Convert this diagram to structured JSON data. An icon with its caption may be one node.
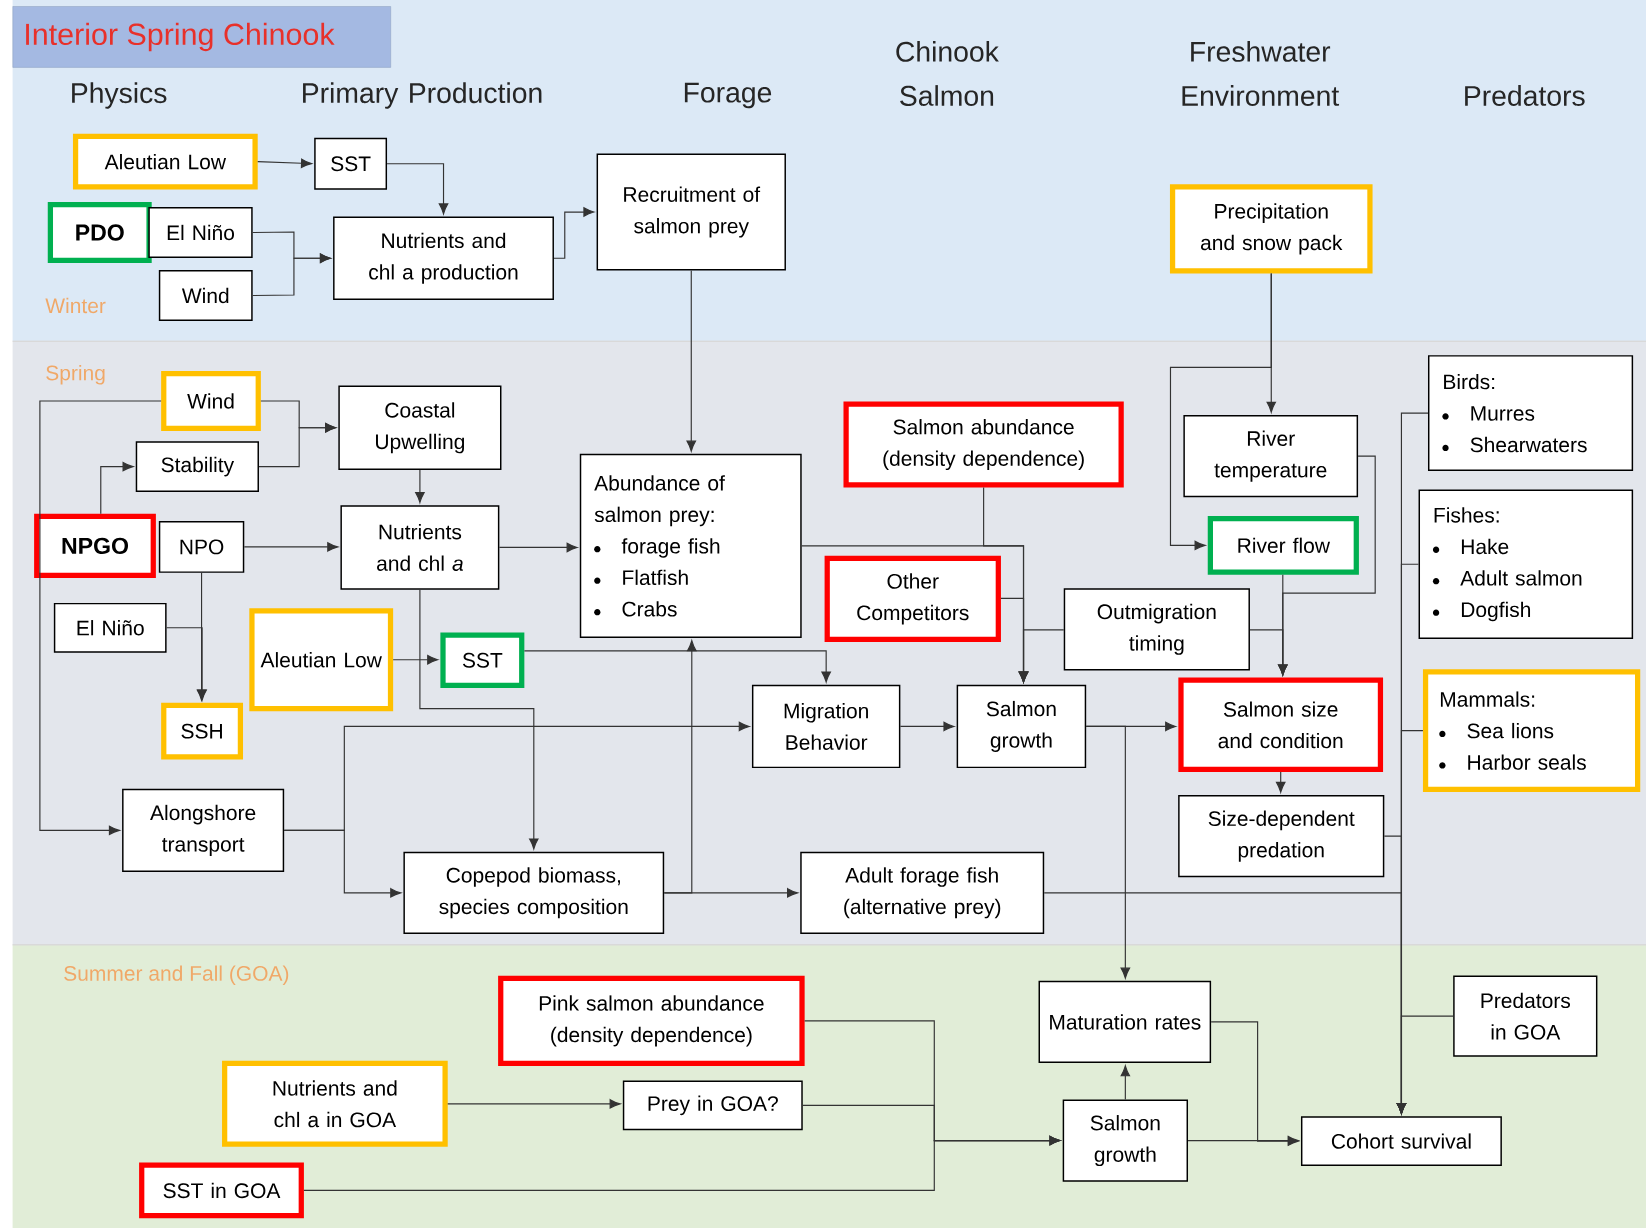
{
  "diagram": {
    "title": "Interior Spring Chinook",
    "nodes": [
      {
        "text": [
          "Aleutian Low"
        ]
      },
      {
        "text": [
          "SST"
        ]
      },
      {
        "text": [
          "PDO"
        ]
      },
      {
        "text": [
          "El Niño"
        ]
      },
      {
        "text": [
          "Wind"
        ]
      },
      {
        "text": [
          "Nutrients and chl a production"
        ]
      },
      {
        "text": [
          "Recruitment of salmon prey"
        ]
      },
      {
        "text": [
          "Precipitation and snow pack"
        ]
      },
      {
        "text": [
          "Wind"
        ]
      },
      {
        "text": [
          "Stability"
        ]
      },
      {
        "text": [
          "Coastal Upwelling"
        ]
      },
      {
        "text": [
          "NPGO"
        ]
      },
      {
        "text": [
          "NPO"
        ]
      },
      {
        "text": [
          "Nutrients and chl *a*"
        ]
      },
      {
        "text": [
          "El Niño"
        ]
      },
      {
        "text": [
          "Aleutian Low"
        ]
      },
      {
        "text": [
          "SST"
        ]
      },
      {
        "text": [
          "SSH"
        ]
      },
      {
        "text": [
          "Alongshore transport"
        ]
      },
      {
        "text": [
          "Abundance of salmon prey:",
          "forage fish",
          "Flatfish",
          "Crabs"
        ]
      },
      {
        "text": [
          "Salmon abundance (density dependence)"
        ]
      },
      {
        "text": [
          "Other Competitors"
        ]
      },
      {
        "text": [
          "Migration Behavior"
        ]
      },
      {
        "text": [
          "Salmon growth"
        ]
      },
      {
        "text": [
          "Copepod biomass, species composition"
        ]
      },
      {
        "text": [
          "Adult forage fish (alternative prey)"
        ]
      },
      {
        "text": [
          "River temperature"
        ]
      },
      {
        "text": [
          "River flow"
        ]
      },
      {
        "text": [
          "Outmigration timing"
        ]
      },
      {
        "text": [
          "Salmon size and condition"
        ]
      },
      {
        "text": [
          "Size-dependent predation"
        ]
      },
      {
        "text": [
          "Birds:",
          "Murres",
          "Shearwaters"
        ]
      },
      {
        "text": [
          "Fishes:",
          "Hake",
          "Adult salmon",
          "Dogfish"
        ]
      },
      {
        "text": [
          "Mammals:",
          "Sea lions",
          "Harbor seals"
        ]
      },
      {
        "text": [
          "Pink salmon abundance (density dependence)"
        ]
      },
      {
        "text": [
          "Nutrients and chl a in GOA"
        ]
      },
      {
        "text": [
          "Prey in GOA?"
        ]
      },
      {
        "text": [
          "SST in GOA"
        ]
      },
      {
        "text": [
          "Maturation rates"
        ]
      },
      {
        "text": [
          "Salmon growth"
        ]
      },
      {
        "text": [
          "Cohort survival"
        ]
      },
      {
        "text": [
          "Predators in GOA"
        ]
      }
    ],
    "edges": [
      {
        "from": 0,
        "to": 1,
        "arrow": "to"
      },
      {
        "from": 1,
        "to": 5,
        "arrow": "to"
      },
      {
        "from": 3,
        "to": 5,
        "arrow": "to"
      },
      {
        "from": 4,
        "to": 5,
        "arrow": "to"
      },
      {
        "from": 5,
        "to": 6,
        "arrow": "to"
      },
      {
        "from": 6,
        "to": 19,
        "arrow": "to"
      },
      {
        "from": 7,
        "to": 26,
        "arrow": "to"
      },
      {
        "from": 7,
        "to": 27,
        "arrow": "to"
      },
      {
        "from": 8,
        "to": 10,
        "arrow": "to"
      },
      {
        "from": 9,
        "to": 10,
        "arrow": "to"
      },
      {
        "from": 8,
        "to": 18,
        "arrow": "to"
      },
      {
        "from": 11,
        "to": 9,
        "arrow": "to"
      },
      {
        "from": 12,
        "to": 13,
        "arrow": "to"
      },
      {
        "from": 12,
        "to": 17,
        "arrow": "to"
      },
      {
        "from": 14,
        "to": 17,
        "arrow": "to"
      },
      {
        "from": 10,
        "to": 13,
        "arrow": "to"
      },
      {
        "from": 13,
        "to": 19,
        "arrow": "to"
      },
      {
        "from": 13,
        "to": 24,
        "arrow": "to"
      },
      {
        "from": 15,
        "to": 16,
        "arrow": "to"
      },
      {
        "from": 16,
        "to": 22,
        "arrow": "to"
      },
      {
        "from": 18,
        "to": 22,
        "arrow": "to"
      },
      {
        "from": 18,
        "to": 24,
        "arrow": "to"
      },
      {
        "from": 24,
        "to": 19,
        "arrow": "to"
      },
      {
        "from": 24,
        "to": 25,
        "arrow": "to"
      },
      {
        "from": 22,
        "to": 23,
        "arrow": "to"
      },
      {
        "from": 19,
        "to": 23,
        "arrow": "to"
      },
      {
        "from": 20,
        "to": 23,
        "arrow": "to"
      },
      {
        "from": 21,
        "to": 23,
        "arrow": "to"
      },
      {
        "from": 28,
        "to": 23,
        "arrow": "to"
      },
      {
        "from": 23,
        "to": 29,
        "arrow": "to"
      },
      {
        "from": 23,
        "to": 38,
        "arrow": "to"
      },
      {
        "from": 26,
        "to": 29,
        "arrow": "to"
      },
      {
        "from": 27,
        "to": 29,
        "arrow": "to"
      },
      {
        "from": 28,
        "to": 29,
        "arrow": "to"
      },
      {
        "from": 29,
        "to": 30,
        "arrow": "to"
      },
      {
        "from": 30,
        "to": 40,
        "arrow": "to"
      },
      {
        "from": 31,
        "to": 40,
        "arrow": "to"
      },
      {
        "from": 32,
        "to": 40,
        "arrow": "to"
      },
      {
        "from": 33,
        "to": 40,
        "arrow": "to"
      },
      {
        "from": 25,
        "to": 40,
        "arrow": "to"
      },
      {
        "from": 41,
        "to": 40,
        "arrow": "to"
      },
      {
        "from": 34,
        "to": 39,
        "arrow": "to"
      },
      {
        "from": 36,
        "to": 39,
        "arrow": "to"
      },
      {
        "from": 37,
        "to": 39,
        "arrow": "to"
      },
      {
        "from": 35,
        "to": 36,
        "arrow": "to"
      },
      {
        "from": 39,
        "to": 38,
        "arrow": "to"
      },
      {
        "from": 39,
        "to": 40,
        "arrow": "to"
      },
      {
        "from": 38,
        "to": 40,
        "arrow": "to"
      }
    ],
    "labels": [
      "Physics",
      "Primary Production",
      "Forage",
      "Chinook Salmon",
      "Freshwater Environment",
      "Predators",
      "Winter",
      "Spring",
      "Summer and Fall (GOA)"
    ]
  }
}
